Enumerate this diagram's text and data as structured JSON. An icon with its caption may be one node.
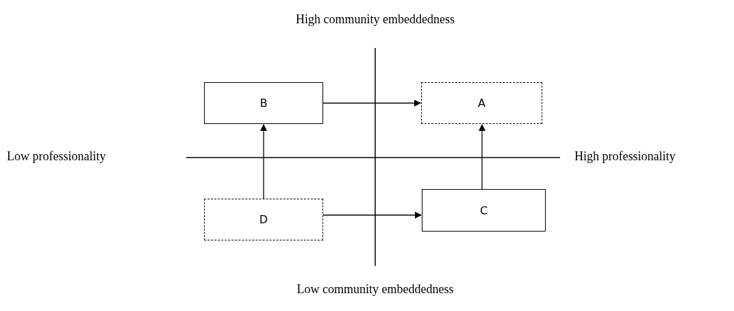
{
  "diagram": {
    "nodes": [
      {
        "text": [
          "B"
        ]
      },
      {
        "text": [
          "A"
        ]
      },
      {
        "text": [
          "D"
        ]
      },
      {
        "text": [
          "C"
        ]
      }
    ],
    "edges": [
      {
        "from": 0,
        "to": 1,
        "arrow": "to"
      },
      {
        "from": 2,
        "to": 3,
        "arrow": "to"
      },
      {
        "from": 2,
        "to": 0,
        "arrow": "to"
      },
      {
        "from": 3,
        "to": 1,
        "arrow": "to"
      }
    ],
    "labels": [
      "High community embeddedness",
      "Low professionality",
      "High professionality",
      "Low community embeddedness"
    ]
  }
}
